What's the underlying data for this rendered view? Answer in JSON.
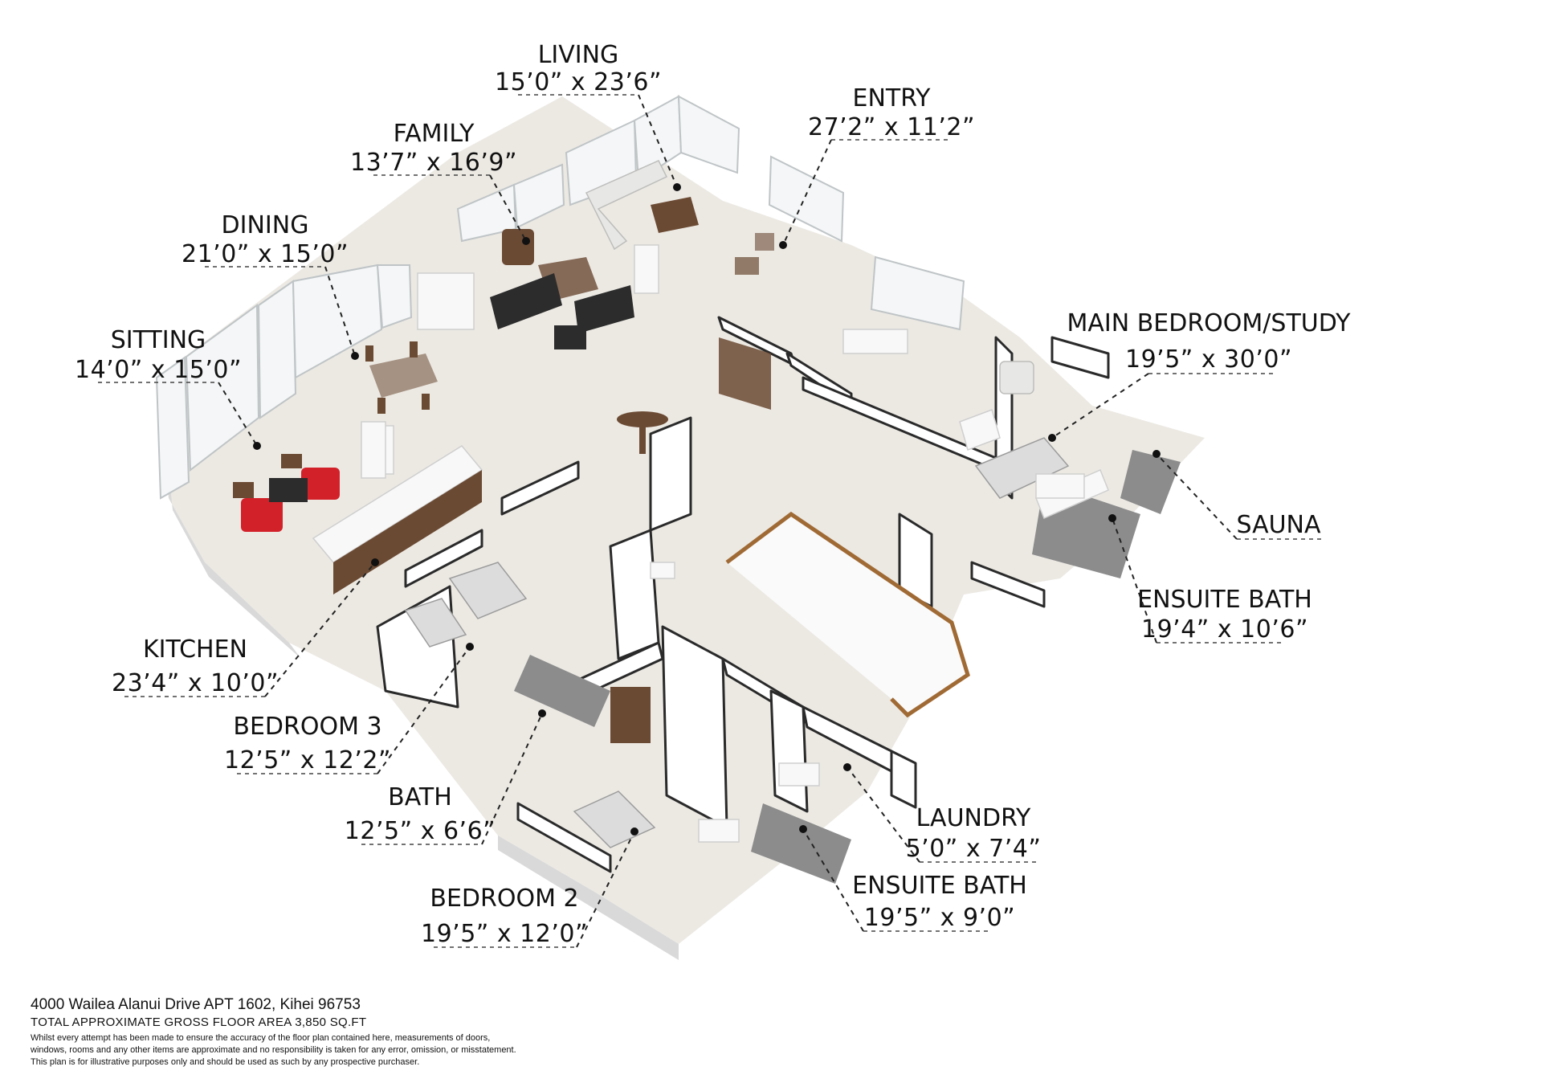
{
  "rooms": [
    {
      "name": "LIVING",
      "dim": "15’0” x 23’6”"
    },
    {
      "name": "ENTRY",
      "dim": "27’2” x 11’2”"
    },
    {
      "name": "FAMILY",
      "dim": "13’7” x 16’9”"
    },
    {
      "name": "DINING",
      "dim": "21’0” x 15’0”"
    },
    {
      "name": "SITTING",
      "dim": "14’0” x 15’0”"
    },
    {
      "name": "MAIN BEDROOM/STUDY",
      "dim": "19’5” x 30’0”"
    },
    {
      "name": "SAUNA",
      "dim": ""
    },
    {
      "name": "ENSUITE BATH",
      "dim": "19’4” x 10’6”"
    },
    {
      "name": "KITCHEN",
      "dim": "23’4” x 10’0”"
    },
    {
      "name": "BEDROOM 3",
      "dim": "12’5” x 12’2”"
    },
    {
      "name": "BATH",
      "dim": "12’5” x 6’6”"
    },
    {
      "name": "LAUNDRY",
      "dim": "5’0” x 7’4”"
    },
    {
      "name": "ENSUITE BATH",
      "dim": "19’5” x 9’0”"
    },
    {
      "name": "BEDROOM 2",
      "dim": "19’5” x 12’0”"
    }
  ],
  "footer": {
    "address": "4000 Wailea Alanui Drive APT 1602, Kihei 96753",
    "area": "TOTAL APPROXIMATE GROSS FLOOR AREA 3,850 SQ.FT",
    "disclaimer_1": "Whilst every attempt has been made to ensure the accuracy of the floor plan contained here, measurements of doors,",
    "disclaimer_2": "windows, rooms and any other items are approximate and no responsibility is taken for any error, omission, or misstatement.",
    "disclaimer_3": "This plan is for illustrative purposes only and should be used as such by any prospective purchaser."
  }
}
